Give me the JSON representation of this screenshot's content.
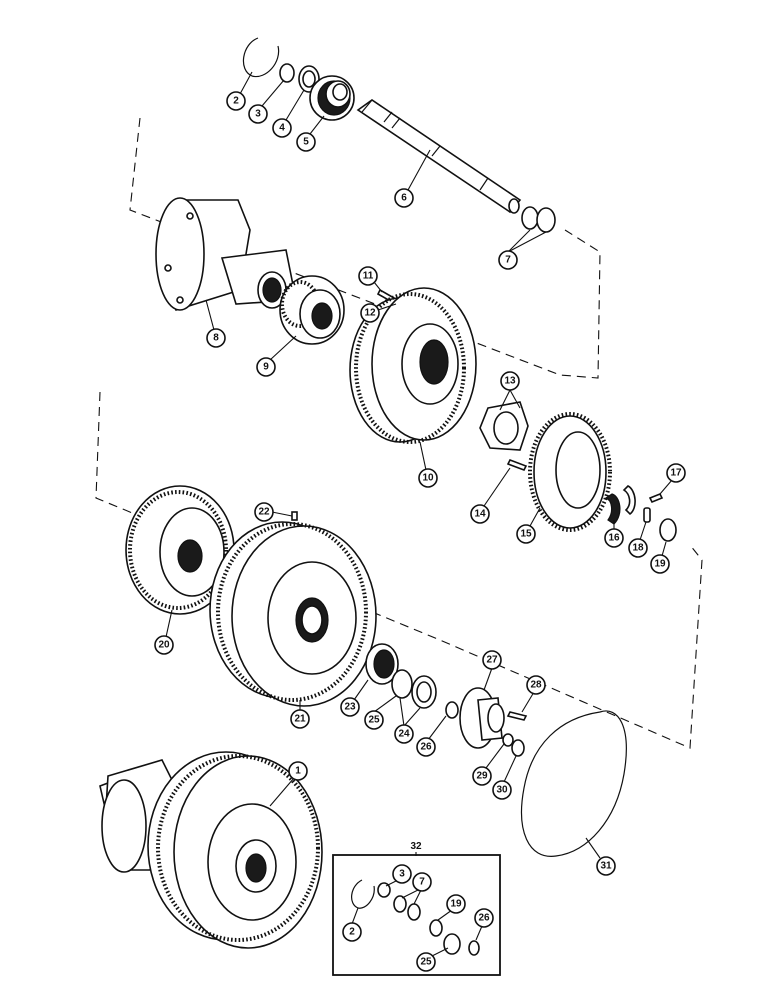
{
  "callouts": {
    "c1": "1",
    "c2": "2",
    "c3": "3",
    "c4": "4",
    "c5": "5",
    "c6": "6",
    "c7": "7",
    "c8": "8",
    "c9": "9",
    "c10": "10",
    "c11": "11",
    "c12": "12",
    "c13": "13",
    "c14": "14",
    "c15": "15",
    "c16": "16",
    "c17": "17",
    "c18": "18",
    "c19": "19",
    "c20": "20",
    "c21": "21",
    "c22": "22",
    "c23": "23",
    "c24": "24",
    "c25": "25",
    "c26": "26",
    "c27": "27",
    "c28": "28",
    "c29": "29",
    "c30": "30",
    "c31": "31"
  },
  "kit": {
    "title": "32",
    "items": {
      "k2": "2",
      "k3": "3",
      "k7": "7",
      "k19": "19",
      "k25": "25",
      "k26": "26"
    }
  }
}
